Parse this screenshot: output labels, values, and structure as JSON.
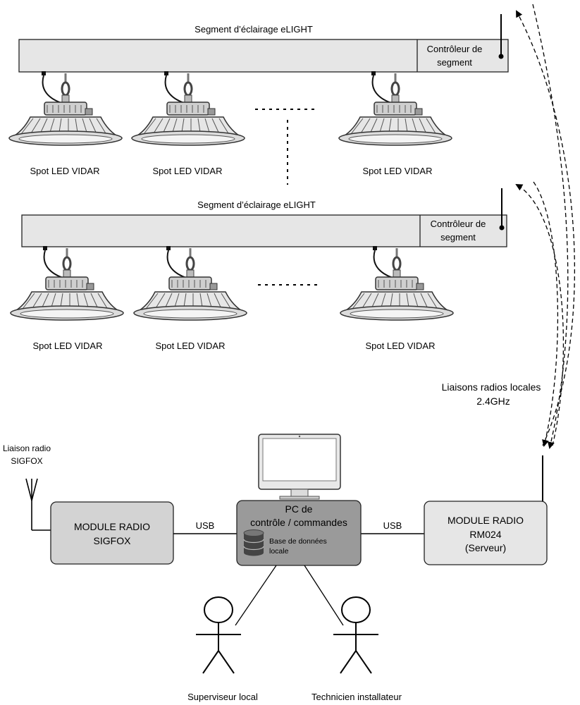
{
  "segments": [
    {
      "title": "Segment d’éclairage eLIGHT",
      "controller_line1": "Contrôleur de",
      "controller_line2": "segment",
      "spots": [
        "Spot LED VIDAR",
        "Spot LED VIDAR",
        "Spot LED VIDAR"
      ]
    },
    {
      "title": "Segment d’éclairage eLIGHT",
      "controller_line1": "Contrôleur de",
      "controller_line2": "segment",
      "spots": [
        "Spot LED VIDAR",
        "Spot LED VIDAR",
        "Spot LED VIDAR"
      ]
    }
  ],
  "radio_links": {
    "local_line1": "Liaisons radios locales",
    "local_line2": "2.4GHz",
    "sigfox_line1": "Liaison radio",
    "sigfox_line2": "SIGFOX"
  },
  "modules": {
    "sigfox_line1": "MODULE RADIO",
    "sigfox_line2": "SIGFOX",
    "pc_line1": "PC de",
    "pc_line2": "contrôle / commandes",
    "db_line1": "Base de données",
    "db_line2": "locale",
    "rm024_line1": "MODULE RADIO",
    "rm024_line2": "RM024",
    "rm024_line3": "(Serveur)"
  },
  "connections": {
    "usb_left": "USB",
    "usb_right": "USB"
  },
  "actors": {
    "supervisor": "Superviseur local",
    "technician": "Technicien installateur"
  },
  "colors": {
    "bar_fill": "#e6e6e6",
    "sigfox_fill": "#d3d3d3",
    "pc_fill": "#9a9a9a",
    "rm024_fill": "#e6e6e6",
    "stroke": "#222222"
  }
}
